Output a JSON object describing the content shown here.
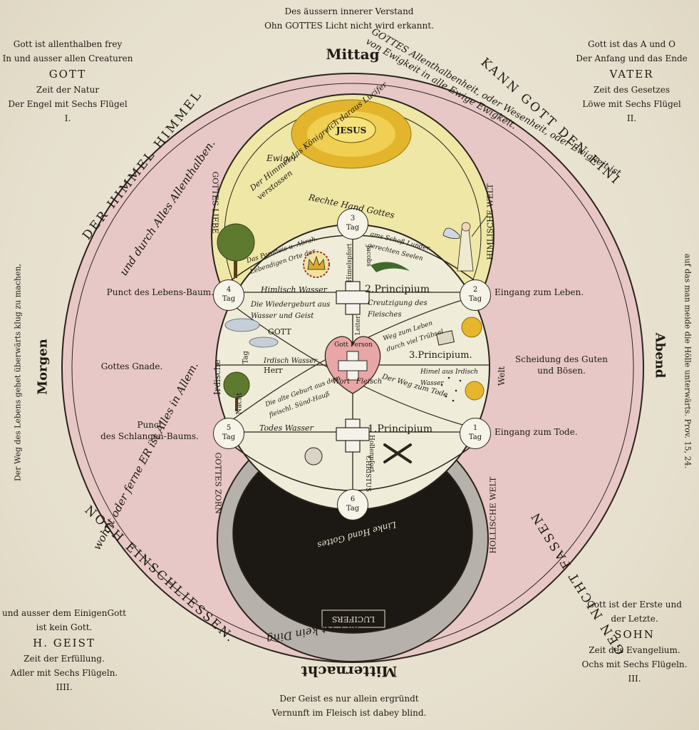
{
  "top_motto": [
    "Des äussern innerer Verstand",
    "Ohn GOTTES Licht nicht wird erkannt."
  ],
  "bottom_motto": [
    "Der Geist es nur allein ergründt",
    "Vernunft im Fleisch ist dabey blind."
  ],
  "corners": {
    "tl": {
      "lines": [
        "Gott ist allenthalben frey",
        "In und ausser allen Creaturen"
      ],
      "name": "GOTT",
      "sub": [
        "Zeit der Natur",
        "Der Engel mit Sechs Flügel"
      ],
      "num": "I."
    },
    "tr": {
      "lines": [
        "Gott ist das A und O",
        "Der Anfang und das Ende"
      ],
      "name": "VATER",
      "sub": [
        "Zeit des Gesetzes",
        "Löwe mit Sechs Flügel"
      ],
      "num": "II."
    },
    "br": {
      "lines": [
        "Gott ist der Erste und",
        "der Letzte."
      ],
      "name": "SOHN",
      "sub": [
        "Zeit des Evangelium.",
        "Ochs mit Sechs Flügeln."
      ],
      "num": "III."
    },
    "bl": {
      "lines": [
        "und ausser dem EinigenGott",
        "ist kein Gott."
      ],
      "name": "H. GEIST",
      "sub": [
        "Zeit der Erfüllung.",
        "Adler mit Sechs Flügeln."
      ],
      "num": "IIII."
    }
  },
  "directions": {
    "north": "Mittag",
    "south": "Mitternacht",
    "west": "Morgen",
    "east": "Abend"
  },
  "side_texts": {
    "left": "Der Weg des Lebens gehet überwärts klug zu machen,",
    "right": "auf das man meide die Hölle unterwärts.   Prov. 15, 24."
  },
  "ring_texts": {
    "outer_left": "DER HIMMEL HIMMEL",
    "outer_right": "KANN GOTT DEN EINI",
    "outer_right2": "GEN NICHT FASSEN",
    "outer_bottom": "NOCH EINSCHLIESSEN.",
    "inner_left": "und durch Alles   Allenthalben.",
    "inner_top": "GOTTES Allenthalbenheit, oder Wesenheit, oder Ewigkeit ist von Ewigkeit in alle Ewige Ewigkeit.",
    "inner_bottom": "wohnt oder ferne ER ist Alles in Allem.",
    "inner_bottom2": "In GOTT ist kein Ding"
  },
  "side_labels": {
    "l1": "Punct des Lebens-Baum.",
    "l2": "Gottes Gnade.",
    "l3": [
      "Punct",
      "des Schlangen-Baums."
    ],
    "r1": "Eingang zum Leben.",
    "r2": [
      "Scheidung des Guten",
      "und Bösen."
    ],
    "r3": "Eingang zum Tode."
  },
  "days": [
    {
      "n": "3",
      "t": "Tag"
    },
    {
      "n": "4",
      "t": "Tag"
    },
    {
      "n": "2",
      "t": "Tag"
    },
    {
      "n": "5",
      "t": "Tag"
    },
    {
      "n": "1",
      "t": "Tag"
    },
    {
      "n": "6",
      "t": "Tag"
    }
  ],
  "center": {
    "jesus": "JESUS",
    "right_hand": "Rechte Hand Gottes",
    "left_hand": "Linke Hand Gottes",
    "p2": "2.Principium",
    "p3": "3.Principium.",
    "p1": "1.Principium",
    "heart": "Gott Person",
    "wort": "Wort",
    "fleisch": "Fleisch",
    "himlisch_wasser": "Himlisch Wasser",
    "irdisch_wasser": "Irdisch Wasser",
    "todes_wasser": "Todes Wasser",
    "gott": "GOTT",
    "herr": "Herr",
    "welt": "Welt",
    "irdische": "Irdische",
    "luciferi": "LUCIFERS",
    "gottes_liebe": "GOTTES LIEBE",
    "gottes_zorn": "GOTTES ZORN",
    "himlische_welt": "HIMLISCHE WELT",
    "hollische_welt": "HOLLISCHE WELT",
    "paradeis": "Das Paradeis u. Abrah. Lebendigen Orte der",
    "wiedergeburt": "Die Wiedergeburt aus Wasser und Geist",
    "creutzigung": "Creutzigung des Fleisches",
    "schoss": "ams Schoß Lunder gerechten Seelen",
    "weg_leben": "Weg zum Leben durch viel Trübsal",
    "weg_tode": "Der Weg zum Tode",
    "himel_aus": "Himel aus Irdisch Wasser",
    "geburt": "Die alte Geburt aus dem fleischl. Sünd-Hauß",
    "himmel_top": "Der Himmel das Königreich daraus Lucifer verstossen",
    "ewiger": "Ewiger",
    "christus": "CHRISTUS",
    "leiter": "Leiter",
    "himmelsport": "Himelspfort",
    "hollenpfort": "Hollenpfort",
    "creutz": "Jacobs",
    "natur": "Nacht",
    "tag": "Tag"
  },
  "colors": {
    "paper": "#e9e3d3",
    "pink": "#e7c6c6",
    "yellow": "#efe7a6",
    "cream": "#efecd9",
    "dark": "#1c1914",
    "gold": "#d9ae24",
    "green": "#5e7a2f"
  }
}
